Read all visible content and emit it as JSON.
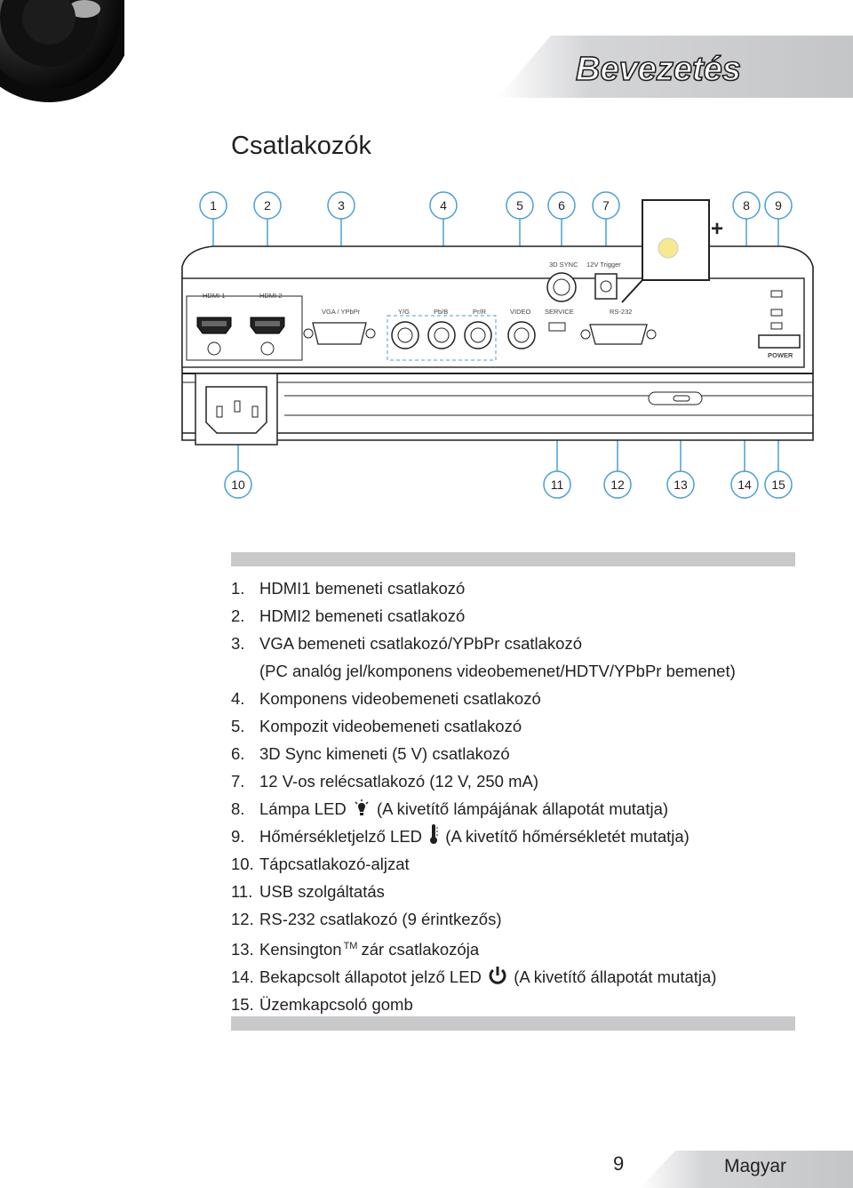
{
  "header": {
    "chapter": "Bevezetés"
  },
  "section": {
    "title": "Csatlakozók"
  },
  "diagram": {
    "callouts_top": [
      "1",
      "2",
      "3",
      "4",
      "5",
      "6",
      "7",
      "8",
      "9"
    ],
    "callouts_bottom": [
      "10",
      "11",
      "12",
      "13",
      "14",
      "15"
    ],
    "panel_labels": {
      "hdmi1": "HDMI 1",
      "hdmi2": "HDMI 2",
      "vga": "VGA / YPbPr",
      "yg": "Y/G",
      "pbb": "Pb/B",
      "prr": "Pr/R",
      "video": "VIDEO",
      "sync3d": "3D SYNC",
      "trigger": "12V Trigger",
      "service": "SERVICE",
      "rs232": "RS-232",
      "power": "POWER",
      "plus": "+"
    }
  },
  "list": [
    {
      "num": "1.",
      "text": "HDMI1 bemeneti csatlakozó"
    },
    {
      "num": "2.",
      "text": "HDMI2 bemeneti csatlakozó"
    },
    {
      "num": "3.",
      "text": "VGA bemeneti csatlakozó/YPbPr csatlakozó",
      "cont": "(PC analóg jel/komponens videobemenet/HDTV/YPbPr bemenet)"
    },
    {
      "num": "4.",
      "text": "Komponens videobemeneti csatlakozó"
    },
    {
      "num": "5.",
      "text": "Kompozit videobemeneti csatlakozó"
    },
    {
      "num": "6.",
      "text": "3D Sync kimeneti (5 V) csatlakozó"
    },
    {
      "num": "7.",
      "text": "12 V-os relécsatlakozó (12 V, 250 mA)"
    },
    {
      "num": "8.",
      "text": "Lámpa LED",
      "after": "(A kivetítő lámpájának állapotát mutatja)",
      "icon": "lamp-icon"
    },
    {
      "num": "9.",
      "text": "Hőmérsékletjelző LED",
      "after": "(A kivetítő hőmérsékletét mutatja)",
      "icon": "thermometer-icon"
    },
    {
      "num": "10.",
      "text": "Tápcsatlakozó-aljzat"
    },
    {
      "num": "11.",
      "text": "USB szolgáltatás"
    },
    {
      "num": "12.",
      "text": "RS-232 csatlakozó (9 érintkezős)"
    },
    {
      "num": "13.",
      "text": "Kensington",
      "sup": "TM",
      "after": "zár csatlakozója"
    },
    {
      "num": "14.",
      "text": "Bekapcsolt állapotot jelző LED",
      "after": "(A kivetítő állapotát mutatja)",
      "icon": "power-icon"
    },
    {
      "num": "15.",
      "text": "Üzemkapcsoló gomb"
    }
  ],
  "footer": {
    "page_number": "9",
    "language": "Magyar"
  },
  "colors": {
    "text": "#231f20",
    "bar": "#c8c9cb",
    "header_band": "#d9dadc",
    "port_blue": "#4a9fd5"
  }
}
